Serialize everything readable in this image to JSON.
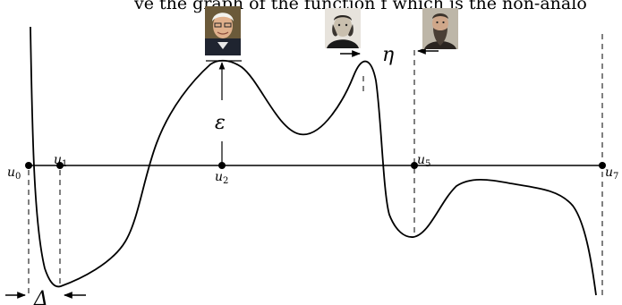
{
  "caption_fragment": "ve the graph of the function f which is the non-analo",
  "labels": {
    "u0": {
      "base": "u",
      "sub": "0"
    },
    "u1": {
      "base": "u",
      "sub": "1"
    },
    "u2": {
      "base": "u",
      "sub": "2"
    },
    "u5": {
      "base": "u",
      "sub": "5"
    },
    "u7": {
      "base": "u",
      "sub": "7"
    },
    "epsilon": "ε",
    "eta": "η",
    "delta": "Δ"
  },
  "portraits": [
    "portrait-white-haired-man",
    "portrait-bearded-man-19th-century",
    "portrait-long-bearded-man-19th-century"
  ],
  "colors": {
    "ink": "#000000",
    "background": "#ffffff"
  }
}
